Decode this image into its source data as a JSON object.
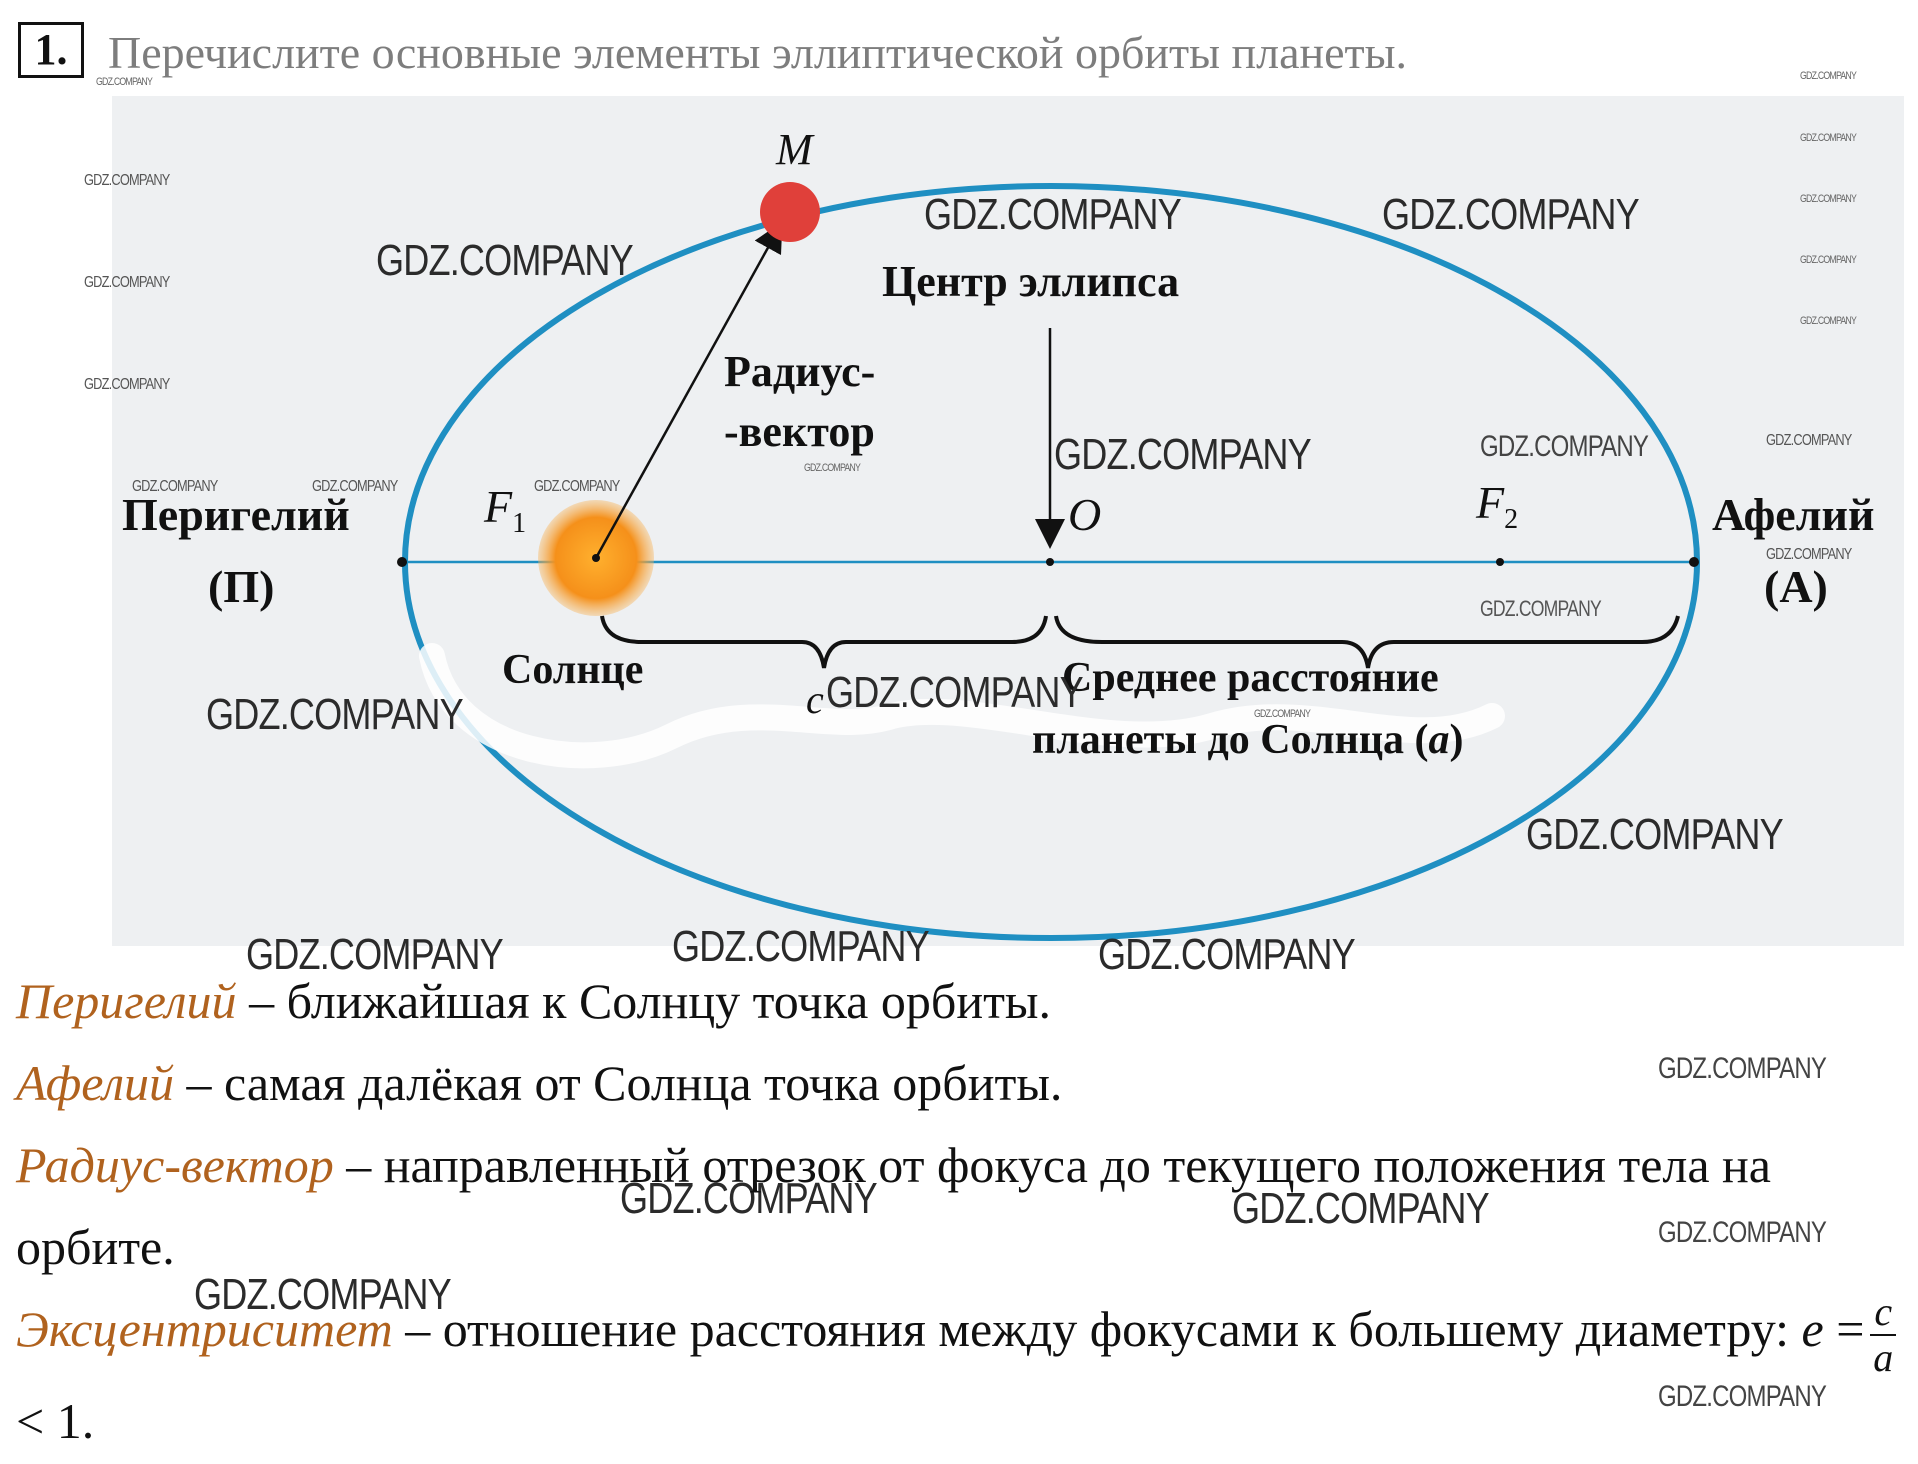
{
  "question": {
    "number": "1.",
    "title": "Перечислите основные элементы эллиптической орбиты планеты."
  },
  "figure": {
    "labels": {
      "M": "M",
      "center": "Центр эллипса",
      "radius_line1": "Радиус-",
      "radius_line2": "-вектор",
      "perihelion": "Перигелий",
      "perihelion_sym": "(П)",
      "aphelion": "Афелий",
      "aphelion_sym": "(А)",
      "F1": "F",
      "F1_sub": "1",
      "F2": "F",
      "F2_sub": "2",
      "O": "O",
      "sun": "Солнце",
      "c": "c",
      "mean_line1": "Среднее расстояние",
      "mean_line2": "планеты до Солнца (",
      "mean_a": "a",
      "mean_close": ")"
    },
    "colors": {
      "orbit": "#1f8fc2",
      "planet": "#e0403a",
      "sun": "#f59a1b",
      "background": "#eef0f2"
    }
  },
  "definitions": [
    {
      "term": "Перигелий",
      "text": " – ближайшая к Солнцу точка орбиты."
    },
    {
      "term": "Афелий",
      "text": " – самая далёкая от Солнца точка орбиты."
    },
    {
      "term": "Радиус-вектор",
      "text": " – направленный отрезок от фокуса до текущего положения тела на орбите."
    },
    {
      "term": "Эксцентриситет",
      "text": " – отношение расстояния между фокусами к большему диаметру: "
    }
  ],
  "formula": {
    "lhs": "e",
    "eq": "=",
    "num": "c",
    "den": "a",
    "rhs": "< 1."
  },
  "watermark": "GDZ.COMPANY"
}
